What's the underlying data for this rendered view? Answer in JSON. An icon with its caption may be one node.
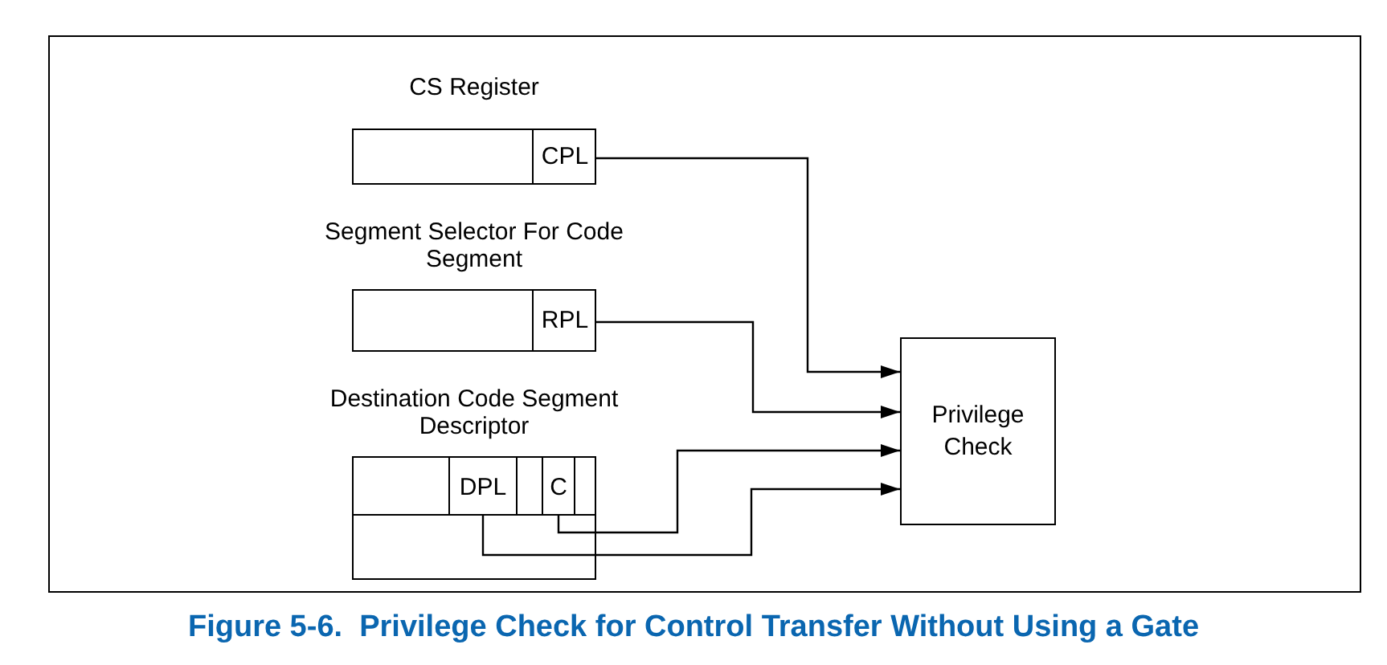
{
  "diagram": {
    "caption": "Figure 5-6.  Privilege Check for Control Transfer Without Using a Gate",
    "nodes": [
      {
        "text": [
          "CS Register"
        ]
      },
      {
        "text": [
          "CPL"
        ],
        "in": 0
      },
      {
        "text": [
          "Segment Selector For Code Segment"
        ]
      },
      {
        "text": [
          "RPL"
        ],
        "in": 2
      },
      {
        "text": [
          "Destination Code Segment Descriptor"
        ]
      },
      {
        "text": [
          "DPL"
        ],
        "in": 4
      },
      {
        "text": [
          "C"
        ],
        "in": 4
      },
      {
        "text": [
          "Privilege Check"
        ]
      }
    ],
    "edges": [
      {
        "from": 1,
        "to": 7,
        "arrow": "to"
      },
      {
        "from": 3,
        "to": 7,
        "arrow": "to"
      },
      {
        "from": 6,
        "to": 7,
        "arrow": "to"
      },
      {
        "from": 5,
        "to": 7,
        "arrow": "to"
      }
    ]
  }
}
